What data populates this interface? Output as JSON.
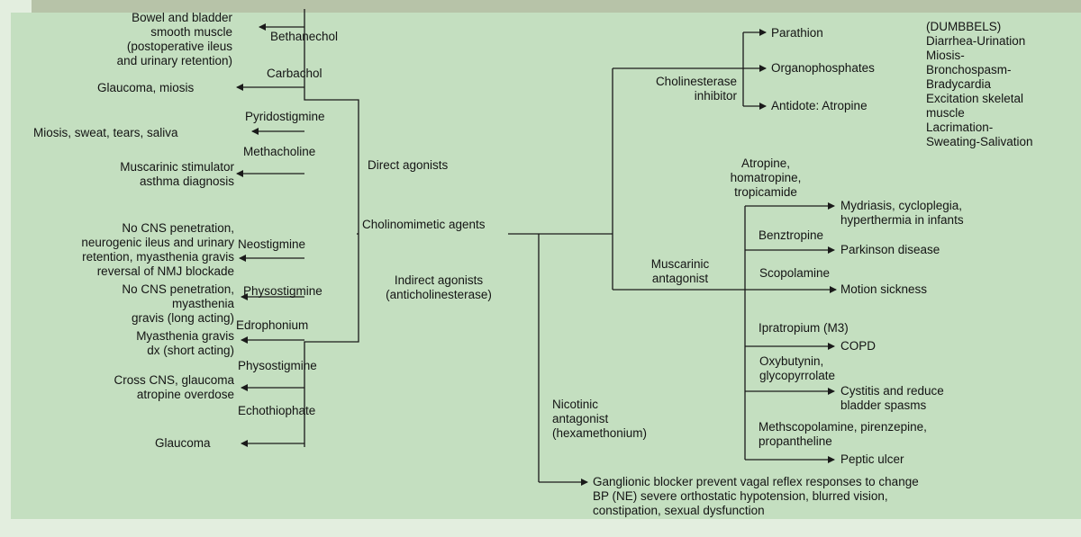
{
  "center": "Cholinomimetic agents",
  "direct": {
    "label": "Direct agonists",
    "drugs": [
      "Bethanechol",
      "Carbachol",
      "Pyridostigmine",
      "Methacholine"
    ],
    "uses": [
      "Bowel and bladder\nsmooth muscle\n(postoperative ileus\nand urinary retention)",
      "Glaucoma, miosis",
      "Miosis, sweat, tears, saliva",
      "Muscarinic stimulator\nasthma diagnosis"
    ]
  },
  "indirect": {
    "label": "Indirect agonists\n(anticholinesterase)",
    "drugs": [
      "Neostigmine",
      "Physostigmine",
      "Edrophonium",
      "Physostigmine",
      "Echothiophate"
    ],
    "uses": [
      "No CNS penetration,\nneurogenic ileus and urinary\nretention, myasthenia gravis\nreversal of NMJ blockade",
      "No CNS penetration,\nmyasthenia\ngravis (long acting)",
      "Myasthenia gravis\ndx (short acting)",
      "Cross CNS, glaucoma\natropine overdose",
      "Glaucoma"
    ]
  },
  "cholinesterase": {
    "label": "Cholinesterase\ninhibitor",
    "items": [
      "Parathion",
      "Organophosphates",
      "Antidote: Atropine"
    ],
    "dumbbels": "(DUMBBELS)\nDiarrhea-Urination\nMiosis-\nBronchospasm-\nBradycardia\nExcitation skeletal\nmuscle\nLacrimation-\nSweating-Salivation"
  },
  "muscarinic": {
    "label": "Muscarinic\nantagonist",
    "drugs": [
      "Atropine,\nhomatropine,\ntropicamide",
      "Benztropine",
      "Scopolamine",
      "Ipratropium (M3)",
      "Oxybutynin,\nglycopyrrolate",
      "Methscopolamine, pirenzepine,\npropantheline"
    ],
    "uses": [
      "Mydriasis, cycloplegia,\nhyperthermia in infants",
      "Parkinson disease",
      "Motion sickness",
      "COPD",
      "Cystitis and reduce\nbladder spasms",
      "Peptic ulcer"
    ]
  },
  "nicotinic": {
    "label": "Nicotinic\nantagonist\n(hexamethonium)",
    "use": "Ganglionic blocker prevent vagal reflex responses to change\nBP (NE) severe orthostatic hypotension, blurred vision,\nconstipation, sexual dysfunction"
  },
  "colors": {
    "panel": "#c4dfc0",
    "line": "#1a1a1a"
  }
}
